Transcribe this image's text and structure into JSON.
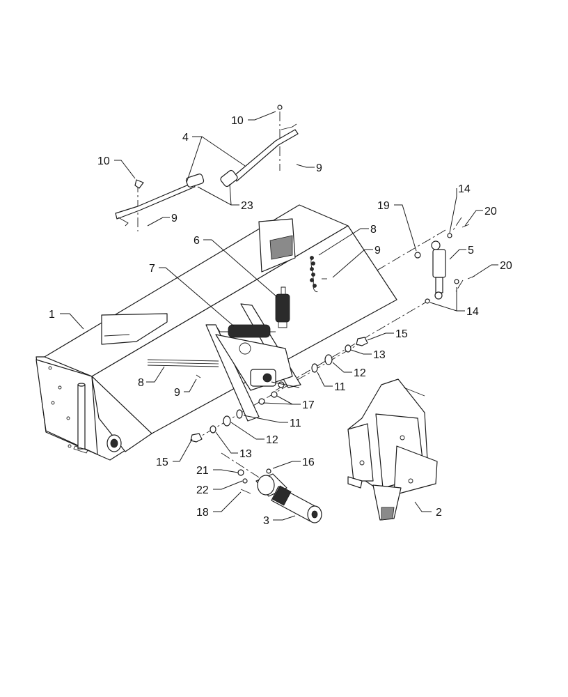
{
  "diagram": {
    "type": "exploded-parts-diagram",
    "callouts": [
      {
        "id": "c1",
        "label": "1"
      },
      {
        "id": "c2",
        "label": "2"
      },
      {
        "id": "c3",
        "label": "3"
      },
      {
        "id": "c4",
        "label": "4"
      },
      {
        "id": "c5",
        "label": "5"
      },
      {
        "id": "c6",
        "label": "6"
      },
      {
        "id": "c7",
        "label": "7"
      },
      {
        "id": "c8a",
        "label": "8"
      },
      {
        "id": "c8b",
        "label": "8"
      },
      {
        "id": "c9a",
        "label": "9"
      },
      {
        "id": "c9b",
        "label": "9"
      },
      {
        "id": "c9c",
        "label": "9"
      },
      {
        "id": "c9d",
        "label": "9"
      },
      {
        "id": "c10a",
        "label": "10"
      },
      {
        "id": "c10b",
        "label": "10"
      },
      {
        "id": "c11a",
        "label": "11"
      },
      {
        "id": "c11b",
        "label": "11"
      },
      {
        "id": "c12a",
        "label": "12"
      },
      {
        "id": "c12b",
        "label": "12"
      },
      {
        "id": "c13a",
        "label": "13"
      },
      {
        "id": "c13b",
        "label": "13"
      },
      {
        "id": "c14a",
        "label": "14"
      },
      {
        "id": "c14b",
        "label": "14"
      },
      {
        "id": "c15a",
        "label": "15"
      },
      {
        "id": "c15b",
        "label": "15"
      },
      {
        "id": "c16",
        "label": "16"
      },
      {
        "id": "c17",
        "label": "17"
      },
      {
        "id": "c18",
        "label": "18"
      },
      {
        "id": "c19",
        "label": "19"
      },
      {
        "id": "c20a",
        "label": "20"
      },
      {
        "id": "c20b",
        "label": "20"
      },
      {
        "id": "c21",
        "label": "21"
      },
      {
        "id": "c22",
        "label": "22"
      },
      {
        "id": "c23",
        "label": "23"
      }
    ]
  }
}
